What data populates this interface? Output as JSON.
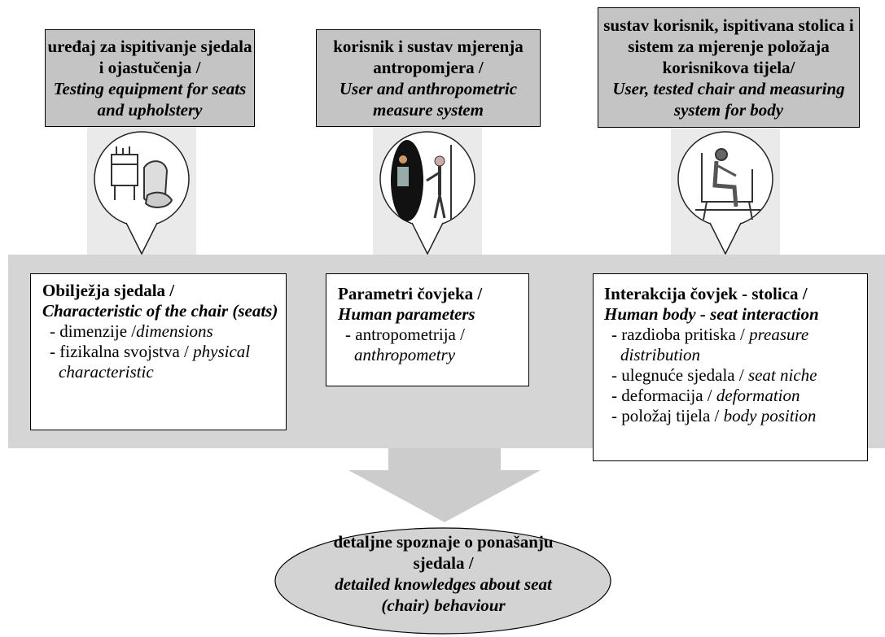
{
  "sources": [
    {
      "title_hr": "uređaj za ispitivanje sjedala i ojastučenja /",
      "title_en": "Testing equipment for seats and upholstery",
      "icon": "seat-testing-equipment-icon"
    },
    {
      "title_hr": "korisnik i sustav mjerenja antropomjera /",
      "title_en": "User and anthropometric measure system",
      "icon": "anthropometric-measurement-icon"
    },
    {
      "title_hr": "sustav korisnik, ispitivana stolica i sistem za mjerenje položaja korisnikova tijela/",
      "title_en": "User, tested chair and measuring system for body",
      "icon": "user-in-test-chair-icon"
    }
  ],
  "parameters": [
    {
      "title_hr": "Obilježja sjedala /",
      "title_en": "Characteristic of the chair (seats)",
      "items": [
        {
          "hr": "dimenzije /",
          "en": "dimensions"
        },
        {
          "hr": "fizikalna svojstva /",
          "en": "physical characteristic"
        }
      ]
    },
    {
      "title_hr": "Parametri čovjeka /",
      "title_en": "Human parameters",
      "items": [
        {
          "hr": "antropometrija /",
          "en": "anthropometry"
        }
      ]
    },
    {
      "title_hr": "Interakcija čovjek - stolica /",
      "title_en": "Human body - seat interaction",
      "items": [
        {
          "hr": "razdioba pritiska /",
          "en": "preasure distribution"
        },
        {
          "hr": "ulegnuće sjedala /",
          "en": "seat niche"
        },
        {
          "hr": "deformacija /",
          "en": "deformation"
        },
        {
          "hr": "položaj tijela /",
          "en": "body position"
        }
      ]
    }
  ],
  "result": {
    "hr": "detaljne spoznaje o ponašanju sjedala /",
    "en": "detailed knowledges about seat (chair) behaviour"
  },
  "colors": {
    "header_fill": "#c4c4c4",
    "band_fill": "#d5d5d5",
    "pin_fill": "#eaeaea",
    "arrow_fill": "#cccccc",
    "ellipse_fill": "#d3d3d3"
  }
}
